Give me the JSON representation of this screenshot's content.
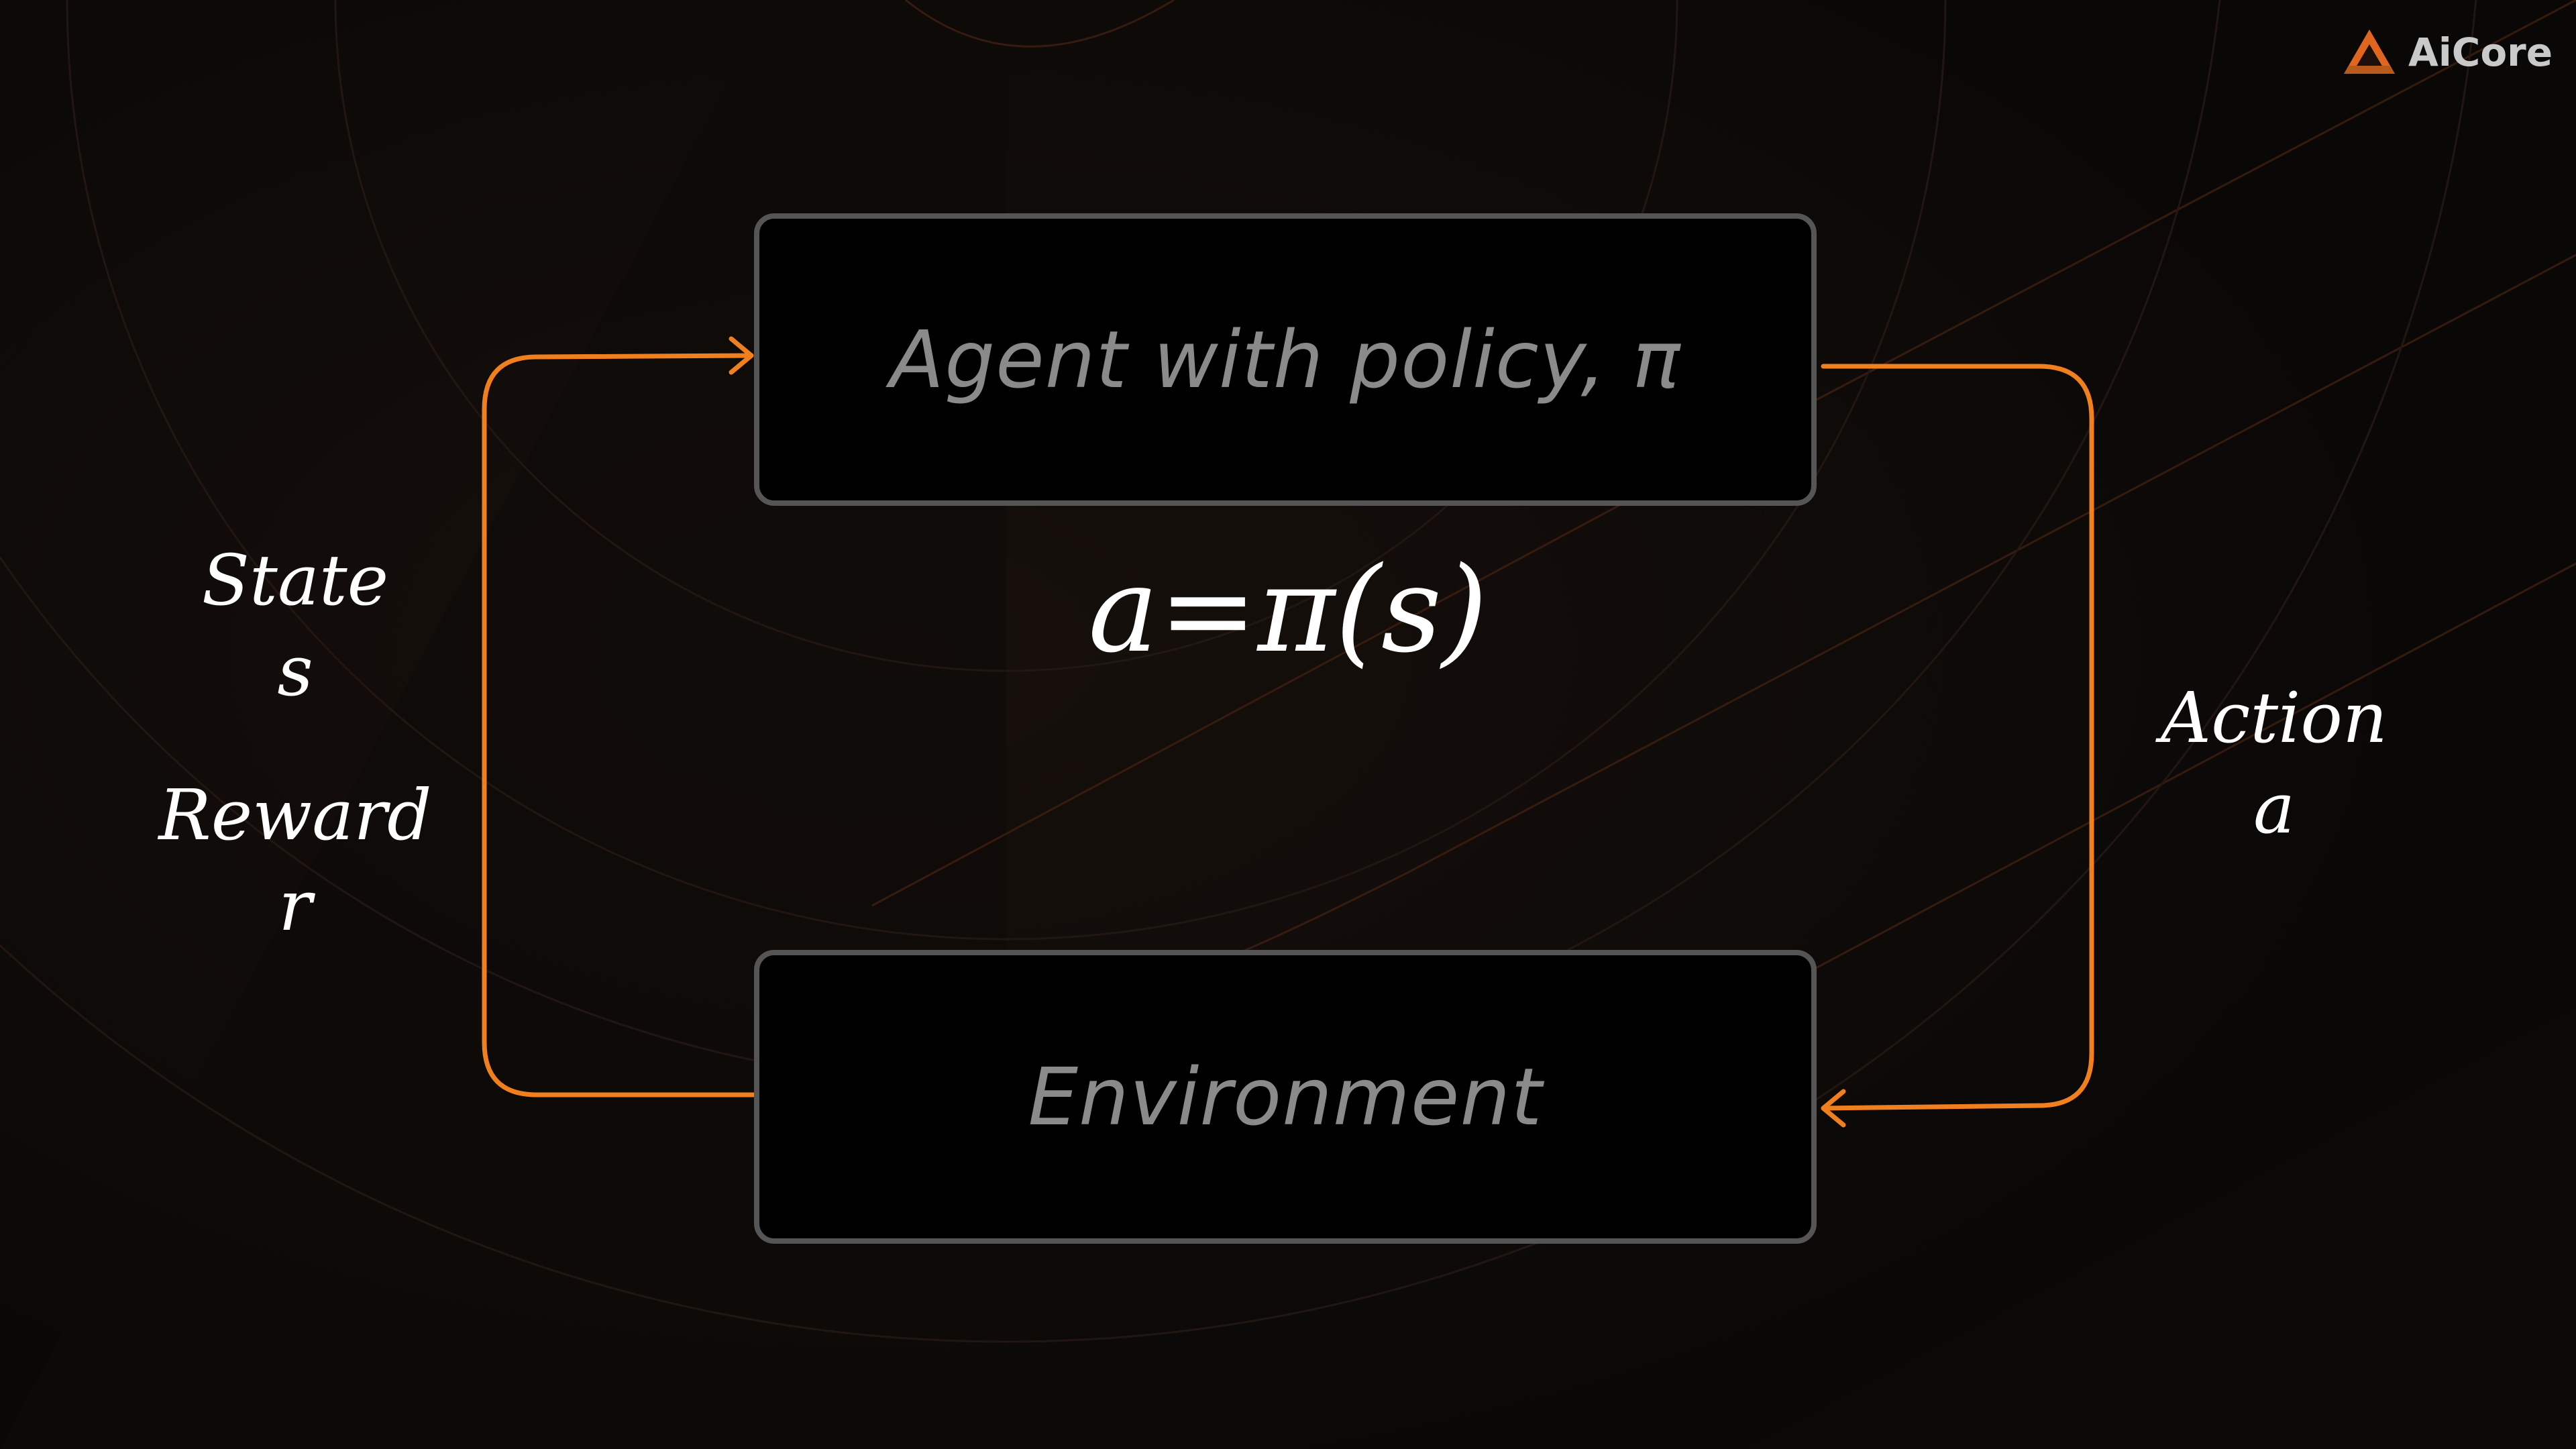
{
  "colors": {
    "background": "#0b0908",
    "box_fill": "#000000",
    "box_border": "#555555",
    "box_text": "#8a8a8a",
    "arrow": "#f07f1e",
    "label_text": "#ffffff",
    "logo_accent": "#e0661f"
  },
  "logo": {
    "icon": "triangle-logo-icon",
    "text": "AiCore"
  },
  "diagram": {
    "agent_box": {
      "label": "Agent with policy, π"
    },
    "environment_box": {
      "label": "Environment"
    },
    "formula": "a=π(s)",
    "left_labels": {
      "state_title": "State",
      "state_symbol": "s",
      "reward_title": "Reward",
      "reward_symbol": "r"
    },
    "right_labels": {
      "action_title": "Action",
      "action_symbol": "a"
    }
  }
}
